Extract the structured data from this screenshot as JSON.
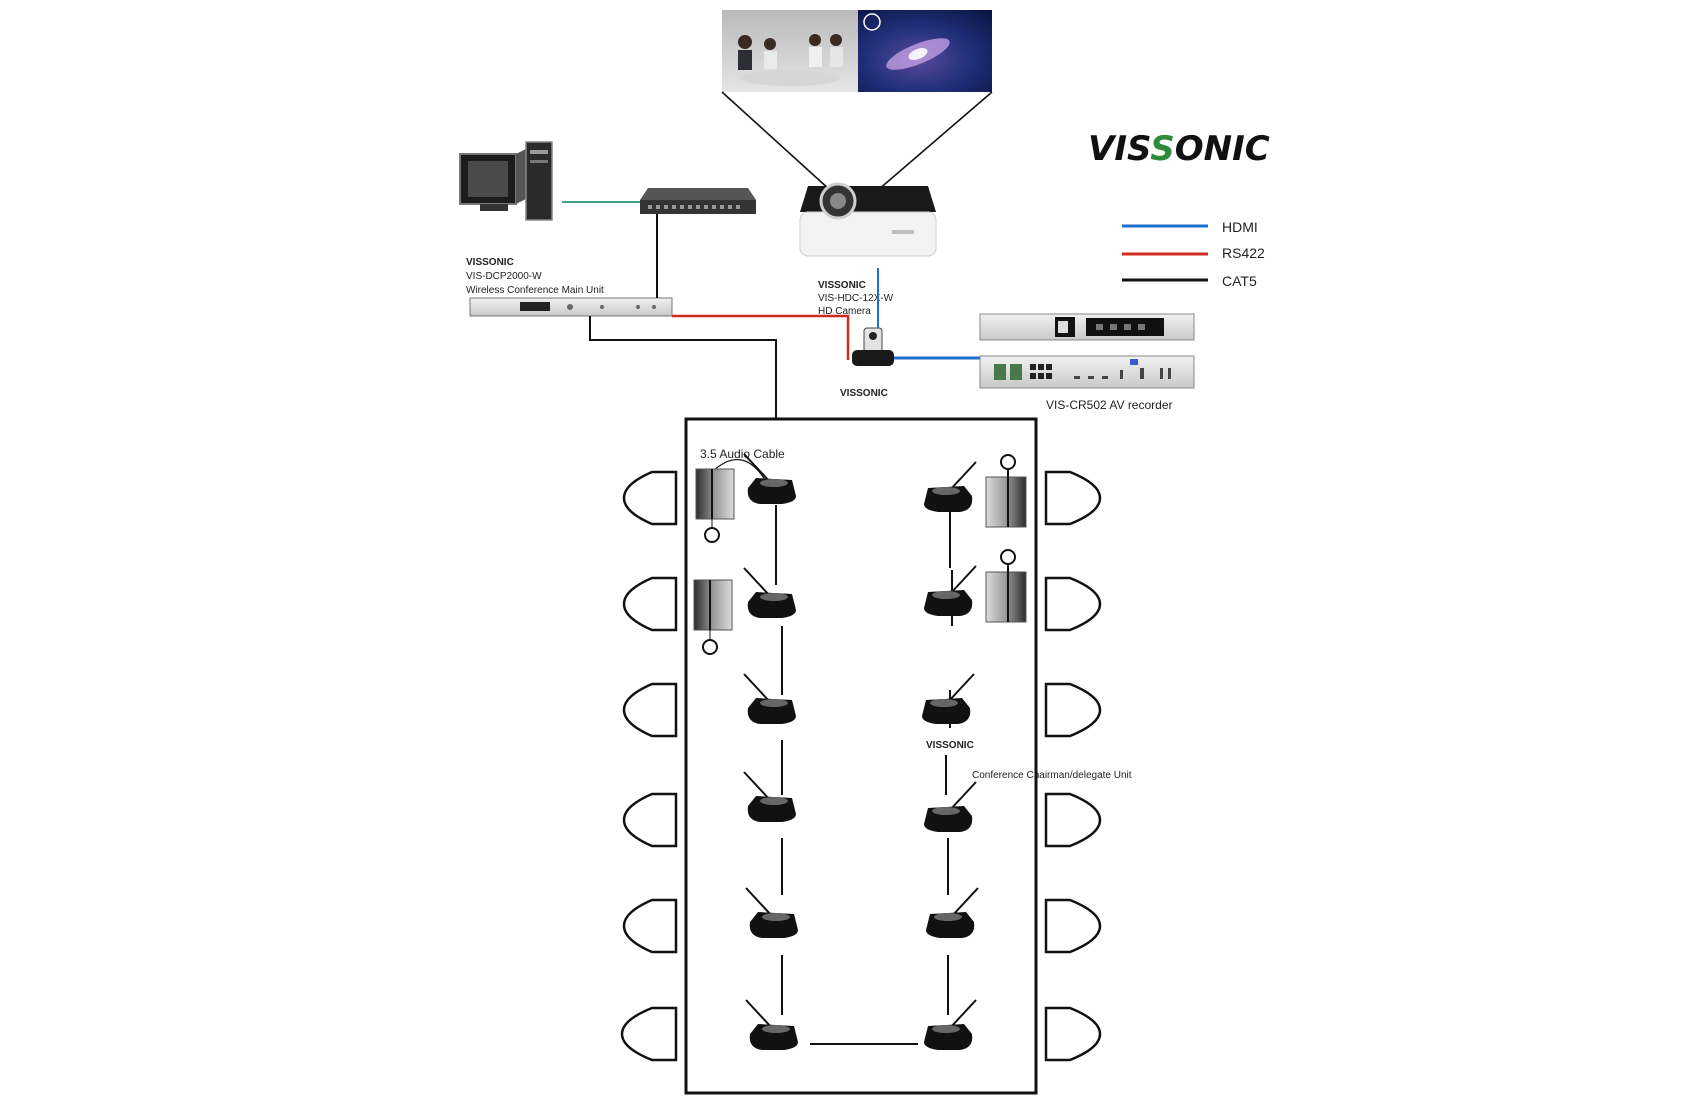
{
  "brand": {
    "logo_prefix": "VIS",
    "logo_s": "S",
    "logo_suffix": "ONIC",
    "logo_color": "#111111",
    "logo_accent_color": "#2e8b3a"
  },
  "legend": {
    "items": [
      {
        "label": "HDMI",
        "color": "#1f6fd0"
      },
      {
        "label": "RS422",
        "color": "#d12b20"
      },
      {
        "label": "CAT5",
        "color": "#111111"
      }
    ]
  },
  "devices": {
    "main_unit": {
      "brand": "VISSONIC",
      "model": "VIS-DCP2000-W",
      "description": "Wireless Conference Main Unit"
    },
    "camera": {
      "brand": "VISSONIC",
      "model": "VIS-HDC-12X-W",
      "description": "HD Camera",
      "base_label": "VISSONIC"
    },
    "recorder": {
      "label": "VIS-CR502 AV recorder"
    },
    "chairman_unit": {
      "brand": "VISSONIC",
      "description": "Conference Chairman/delegate Unit"
    }
  },
  "annotations": {
    "audio_cable": "3.5 Audio Cable"
  },
  "icons": {
    "computer": "desktop-computer-icon",
    "switch": "network-switch-icon",
    "projector": "projector-icon",
    "screen": "projection-screen-icon",
    "camera": "ptz-camera-icon",
    "recorder": "av-recorder-icon",
    "microphone": "gooseneck-microphone-icon",
    "speaker": "speaker-icon",
    "chair": "chair-icon"
  }
}
